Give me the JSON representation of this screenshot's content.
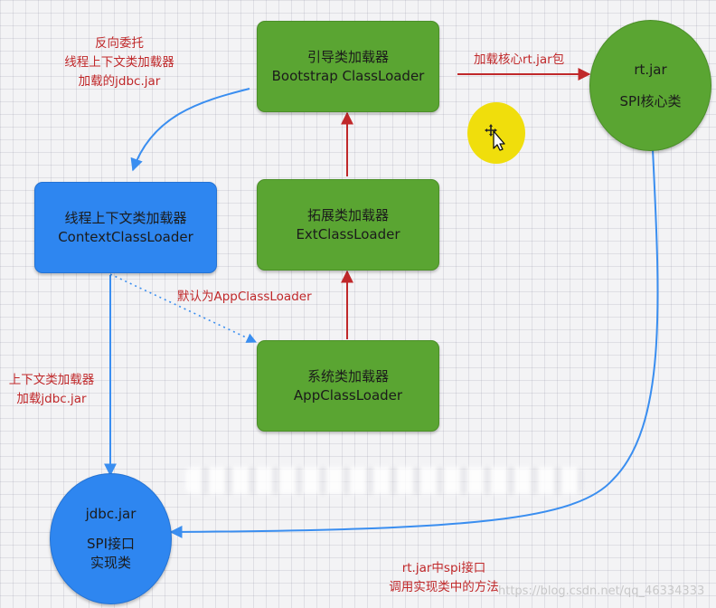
{
  "nodes": {
    "bootstrap": {
      "line1": "引导类加载器",
      "line2": "Bootstrap ClassLoader"
    },
    "ext": {
      "line1": "拓展类加载器",
      "line2": "ExtClassLoader"
    },
    "app": {
      "line1": "系统类加载器",
      "line2": "AppClassLoader"
    },
    "context": {
      "line1": "线程上下文类加载器",
      "line2": "ContextClassLoader"
    },
    "rtjar": {
      "line1": "rt.jar",
      "line2": "SPI核心类"
    },
    "jdbcjar": {
      "line1": "jdbc.jar",
      "line2": "SPI接口",
      "line3": "实现类"
    }
  },
  "labels": {
    "reverse_delegate": [
      "反向委托",
      "线程上下文类加载器",
      "加载的jdbc.jar"
    ],
    "load_core": "加载核心rt.jar包",
    "default_app": "默认为AppClassLoader",
    "context_load": [
      "上下文类加载器",
      "加载jdbc.jar"
    ],
    "rt_spi": [
      "rt.jar中spi接口",
      "调用实现类中的方法"
    ]
  },
  "watermark": "https://blog.csdn.net/qq_46334333",
  "colors": {
    "green_node": "#5aa532",
    "blue_node": "#2e86f0",
    "red_arrow": "#c0282a",
    "blue_arrow": "#3a8ef0",
    "label_text": "#c0282a",
    "cursor_highlight": "#f0de0c"
  },
  "icons": {
    "cursor": "move-cursor-icon"
  }
}
